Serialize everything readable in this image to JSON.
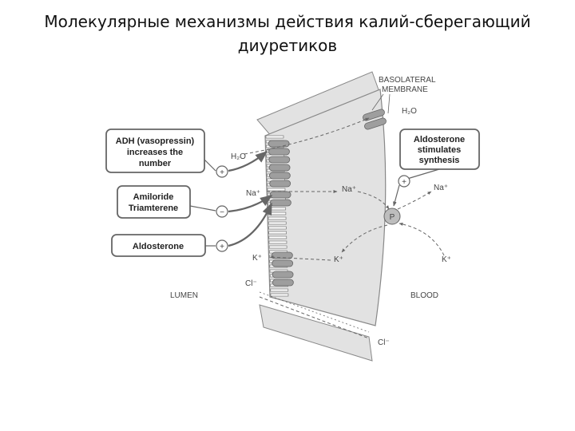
{
  "title": {
    "line1": "Молекулярные механизмы действия калий-сберегающий",
    "line2": "диуретиков"
  },
  "boxes": {
    "adh": [
      "ADH (vasopressin)",
      "increases the",
      "number"
    ],
    "amiloride": [
      "Amiloride",
      "Triamterene"
    ],
    "aldosterone_left": [
      "Aldosterone"
    ],
    "aldosterone_right": [
      "Aldosterone",
      "stimulates",
      "synthesis"
    ]
  },
  "signs": {
    "adh": "+",
    "amiloride": "−",
    "aldosterone_left": "+",
    "aldosterone_right": "+"
  },
  "labels": {
    "basolateral": [
      "BASOLATERAL",
      "MEMBRANE"
    ],
    "h2o_top": "H₂O",
    "h2o_left": "H₂O",
    "na_lumen": "Na⁺",
    "na_cell": "Na⁺",
    "na_blood": "Na⁺",
    "pump": "P",
    "k_lumen": "K⁺",
    "k_cell": "K⁺",
    "k_blood": "K⁺",
    "cl_lumen": "Cl⁻",
    "cl_bottom": "Cl⁻",
    "lumen": "LUMEN",
    "blood": "BLOOD"
  },
  "colors": {
    "cell_fill": "#e2e2e2",
    "channel": "#9e9e9e",
    "box_border": "#666666",
    "arrow": "#666666"
  }
}
